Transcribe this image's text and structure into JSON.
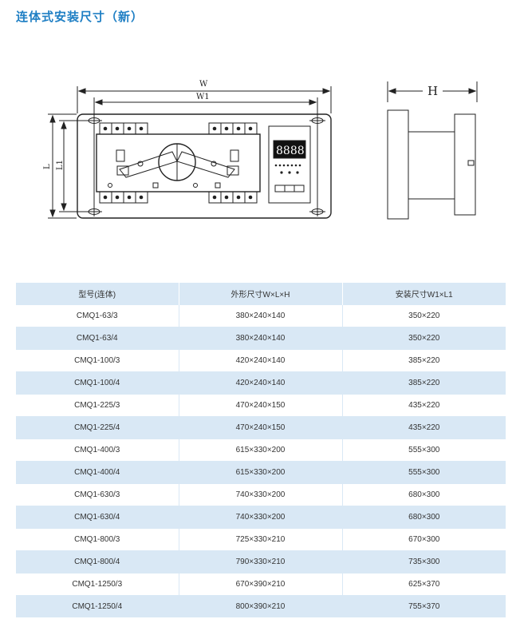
{
  "title": "连体式安装尺寸（新）",
  "drawing": {
    "front_labels": {
      "w": "W",
      "w1": "W1",
      "l": "L",
      "l1": "L1"
    },
    "side_labels": {
      "h": "H"
    },
    "display_digits": "8888"
  },
  "table": {
    "headers": [
      "型号(连体)",
      "外形尺寸W×L×H",
      "安装尺寸W1×L1"
    ],
    "rows": [
      [
        "CMQ1-63/3",
        "380×240×140",
        "350×220"
      ],
      [
        "CMQ1-63/4",
        "380×240×140",
        "350×220"
      ],
      [
        "CMQ1-100/3",
        "420×240×140",
        "385×220"
      ],
      [
        "CMQ1-100/4",
        "420×240×140",
        "385×220"
      ],
      [
        "CMQ1-225/3",
        "470×240×150",
        "435×220"
      ],
      [
        "CMQ1-225/4",
        "470×240×150",
        "435×220"
      ],
      [
        "CMQ1-400/3",
        "615×330×200",
        "555×300"
      ],
      [
        "CMQ1-400/4",
        "615×330×200",
        "555×300"
      ],
      [
        "CMQ1-630/3",
        "740×330×200",
        "680×300"
      ],
      [
        "CMQ1-630/4",
        "740×330×200",
        "680×300"
      ],
      [
        "CMQ1-800/3",
        "725×330×210",
        "670×300"
      ],
      [
        "CMQ1-800/4",
        "790×330×210",
        "735×300"
      ],
      [
        "CMQ1-1250/3",
        "670×390×210",
        "625×370"
      ],
      [
        "CMQ1-1250/4",
        "800×390×210",
        "755×370"
      ]
    ]
  },
  "colors": {
    "title": "#1f7fc4",
    "row_stripe": "#d9e8f5",
    "line": "#222222"
  }
}
